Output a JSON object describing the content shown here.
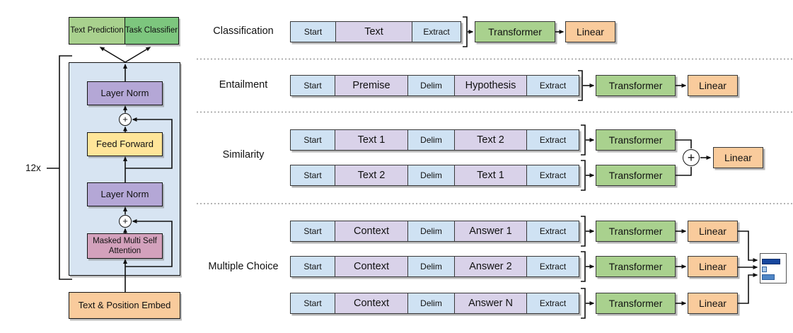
{
  "figure": {
    "model": {
      "outputs": {
        "text_prediction": "Text Prediction",
        "task_classifier": "Task Classifier"
      },
      "blocks": {
        "layer_norm_top": "Layer Norm",
        "feed_forward": "Feed Forward",
        "layer_norm_bottom": "Layer Norm",
        "masked_attention": "Masked Multi Self Attention",
        "embedding": "Text & Position Embed"
      },
      "repeat_label": "12x",
      "residual_add_icon": "+"
    },
    "shared": {
      "transformer": "Transformer",
      "linear": "Linear",
      "add_icon": "+"
    },
    "tasks": [
      {
        "label": "Classification",
        "strips": [
          {
            "cells": [
              "Start",
              "Text",
              "Extract"
            ]
          }
        ]
      },
      {
        "label": "Entailment",
        "strips": [
          {
            "cells": [
              "Start",
              "Premise",
              "Delim",
              "Hypothesis",
              "Extract"
            ]
          }
        ]
      },
      {
        "label": "Similarity",
        "strips": [
          {
            "cells": [
              "Start",
              "Text 1",
              "Delim",
              "Text 2",
              "Extract"
            ]
          },
          {
            "cells": [
              "Start",
              "Text 2",
              "Delim",
              "Text 1",
              "Extract"
            ]
          }
        ]
      },
      {
        "label": "Multiple Choice",
        "strips": [
          {
            "cells": [
              "Start",
              "Context",
              "Delim",
              "Answer 1",
              "Extract"
            ]
          },
          {
            "cells": [
              "Start",
              "Context",
              "Delim",
              "Answer 2",
              "Extract"
            ]
          },
          {
            "cells": [
              "Start",
              "Context",
              "Delim",
              "Answer N",
              "Extract"
            ]
          }
        ]
      }
    ],
    "colors": {
      "light_green": "#a9d18e",
      "dark_green": "#7dc67e",
      "block_blue": "#d7e4f2",
      "cell_blue": "#cfe2f3",
      "cell_lavender": "#d9d2e9",
      "purple": "#b4a7d6",
      "yellow": "#ffe599",
      "pink": "#d3a1bc",
      "orange": "#f9cb9c",
      "prob_bar_dark": "#17479e",
      "prob_bar_light": "#a8c8e8",
      "prob_bar_mid": "#4f86c6"
    }
  }
}
